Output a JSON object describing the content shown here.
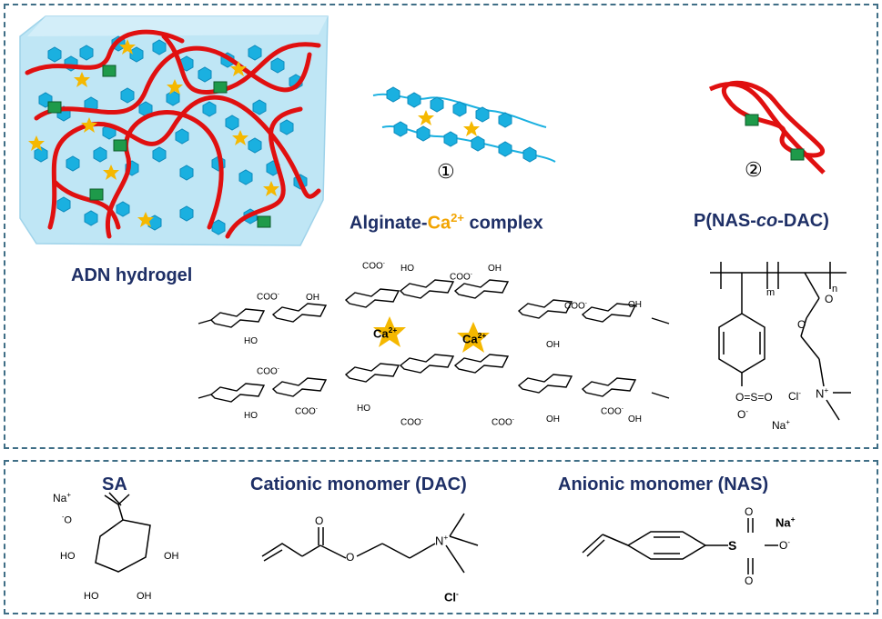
{
  "top": {
    "adn_label": "ADN hydrogel",
    "alginate_label_pre": "Alginate-",
    "alginate_label_ion": "Ca",
    "alginate_label_charge": "2+",
    "alginate_label_post": " complex",
    "copolymer_label_pre": "P(NAS-",
    "copolymer_label_co": "co",
    "copolymer_label_post": "-DAC)",
    "circle_1": "①",
    "circle_2": "②",
    "ca_ion_1": "Ca",
    "ca_ion_2": "Ca",
    "ca_charge": "2+",
    "coo_minus": "COO",
    "ho": "HO",
    "oh": "OH",
    "m_sub": "m",
    "n_sub": "n",
    "cl_ion": "Cl",
    "na_ion": "Na",
    "n_plus": "N"
  },
  "bottom": {
    "sa_label": "SA",
    "dac_label": "Cationic monomer (DAC)",
    "nas_label": "Anionic monomer (NAS)",
    "sa_na": "Na",
    "dac_cl": "Cl",
    "nas_na": "Na"
  },
  "colors": {
    "border": "#3f6e86",
    "label": "#1e2f66",
    "polymer_red": "#e01010",
    "alginate_blue": "#1ab0e0",
    "crosslink_green": "#1e9a4a",
    "calcium_gold": "#f5b800",
    "gel_box": "#bfe6f5"
  }
}
